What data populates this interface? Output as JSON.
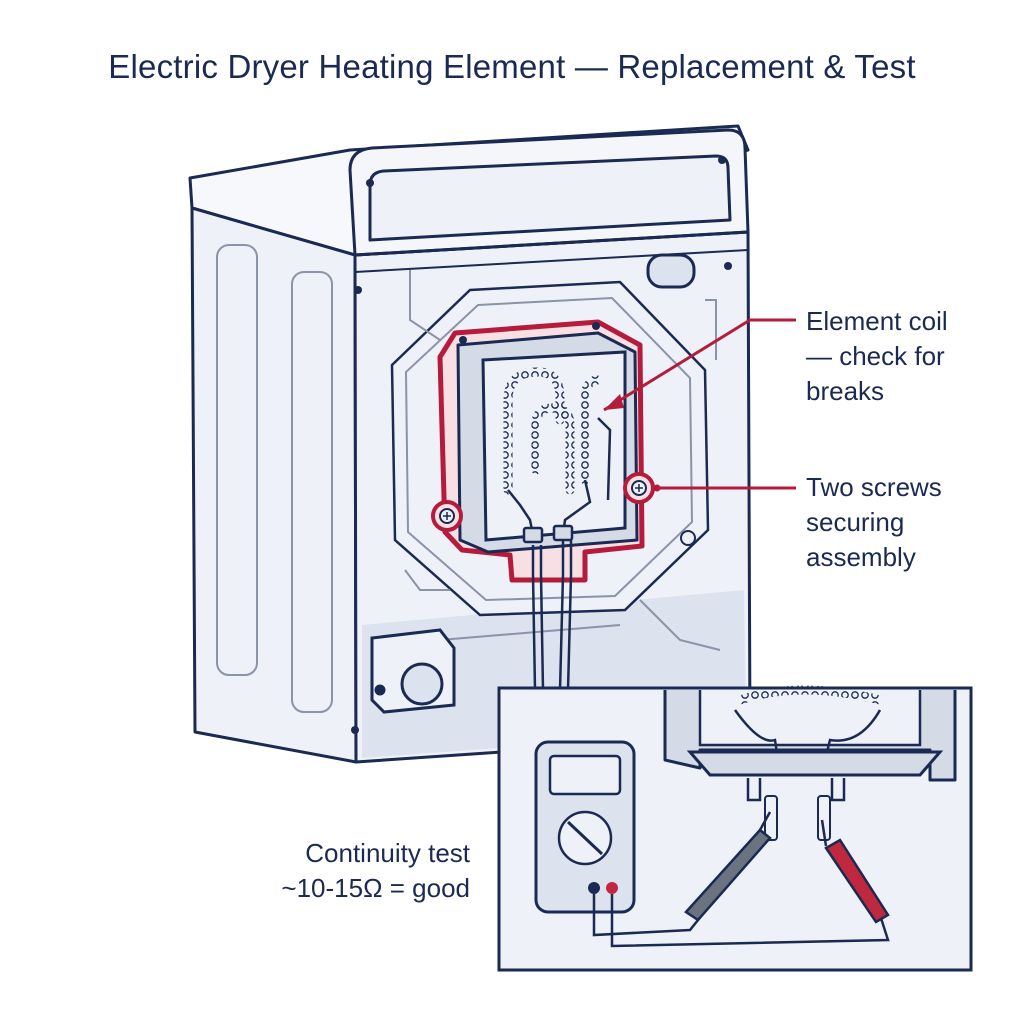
{
  "title": "Electric Dryer Heating Element — Replacement & Test",
  "callouts": {
    "element_coil": "Element coil\n— check for\nbreaks",
    "screws": "Two screws\nsecuring\nassembly",
    "continuity": "Continuity test\n~10-15Ω = good"
  },
  "colors": {
    "outline": "#1b2a52",
    "highlight": "#b51c3c",
    "panel_fill": "#eef1f7",
    "shade": "#dde3ee",
    "probe_black": "#6b7280",
    "probe_red": "#c0283f"
  }
}
